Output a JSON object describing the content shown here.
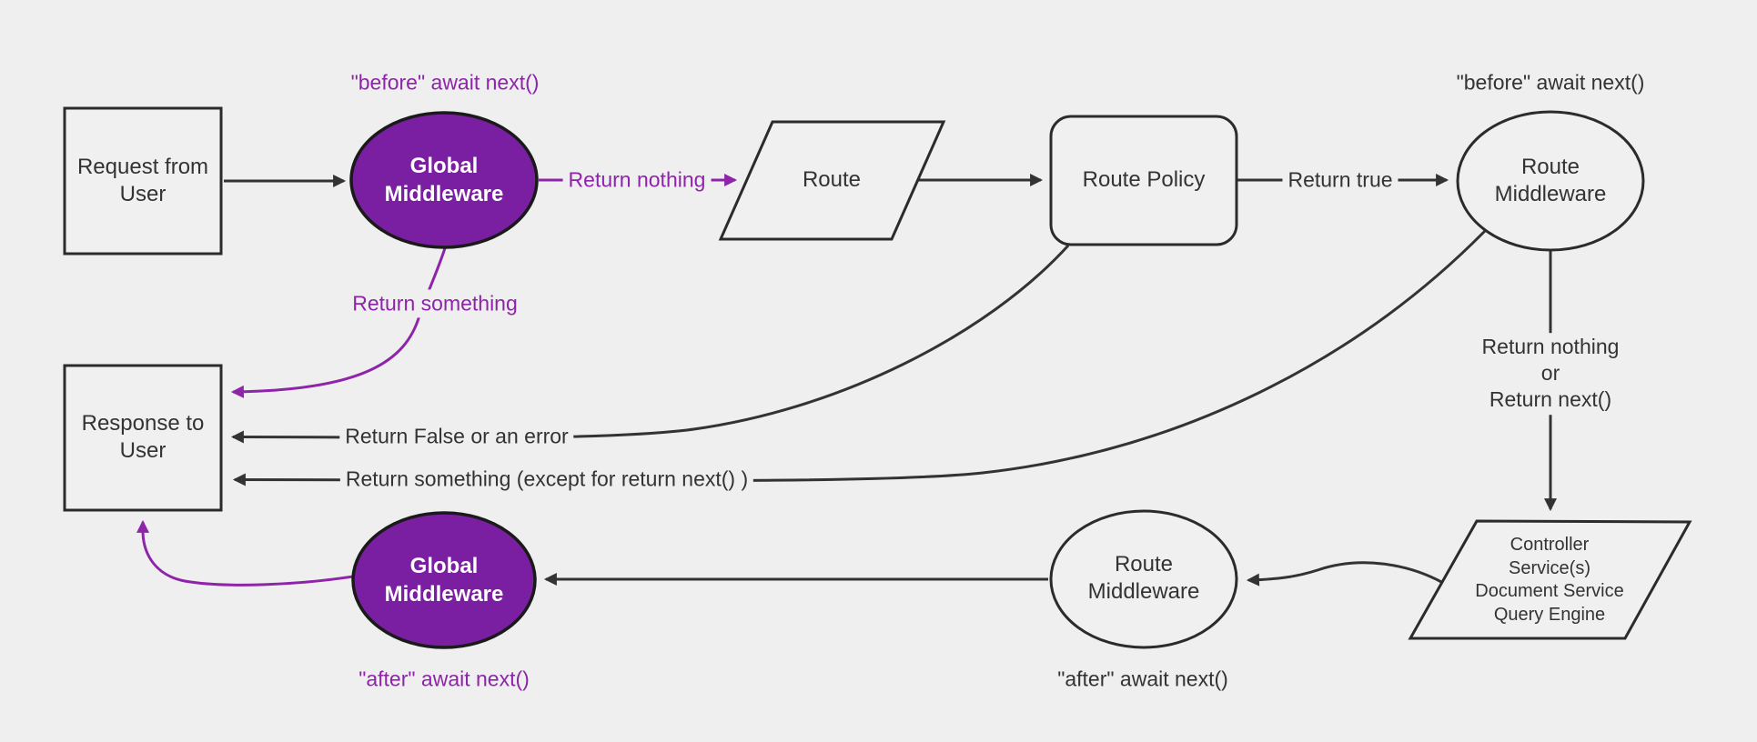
{
  "title": "Middleware request and response flow diagram",
  "colors": {
    "background": "#efefef",
    "shape_fill": "#f0f0f0",
    "shape_border": "#2b2b2b",
    "text": "#333333",
    "purple_fill": "#7b1fa2",
    "purple_line": "#8e24aa",
    "node_text_inverse": "#ffffff"
  },
  "nodes": {
    "request": {
      "label": "Request from\nUser",
      "shape": "rectangle"
    },
    "global_middleware_top": {
      "label": "Global\nMiddleware",
      "shape": "ellipse"
    },
    "route": {
      "label": "Route",
      "shape": "parallelogram"
    },
    "route_policy": {
      "label": "Route Policy",
      "shape": "rounded-rectangle"
    },
    "route_middleware_top": {
      "label": "Route\nMiddleware",
      "shape": "ellipse"
    },
    "controller": {
      "label": "Controller\nService(s)\nDocument Service\nQuery Engine",
      "shape": "parallelogram"
    },
    "route_middleware_bottom": {
      "label": "Route\nMiddleware",
      "shape": "ellipse"
    },
    "global_middleware_bottom": {
      "label": "Global\nMiddleware",
      "shape": "ellipse"
    },
    "response": {
      "label": "Response to\nUser",
      "shape": "rectangle"
    }
  },
  "edge_labels": {
    "before_await_left": "\"before\" await next()",
    "before_await_right": "\"before\" await next()",
    "return_nothing": "Return nothing",
    "return_true": "Return true",
    "return_nothing_or_next": "Return nothing\nor\nReturn next()",
    "return_something": "Return something",
    "return_false_or_error": "Return False or an error",
    "return_something_except": "Return something (except for return next() )",
    "after_await_left": "\"after\" await next()",
    "after_await_mid": "\"after\" await next()"
  }
}
